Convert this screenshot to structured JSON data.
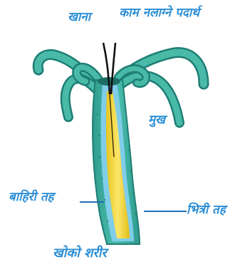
{
  "labels": {
    "food": "खाना",
    "waste": "काम नलाग्ने पदार्थ",
    "mouth": "मुख",
    "outer_layer": "बाहिरी तह",
    "inner_layer": "भित्री तह",
    "hollow_body": "खोको शरीर"
  },
  "colors": {
    "label_blue": "#2d8fd6",
    "tentacle_teal": "#3eae9f",
    "tentacle_dark": "#1e7e74",
    "inner_yellow": "#f1d428",
    "inner_blue_layer": "#6ec3e6",
    "leader_line": "#1f6fb3"
  }
}
